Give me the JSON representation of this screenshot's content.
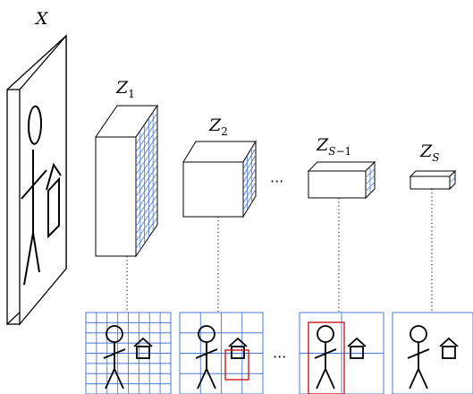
{
  "labels": {
    "input": "X",
    "z_letter": "Z",
    "z1_sub": "1",
    "z2_sub": "2",
    "zs1_sub_s": "S",
    "zs1_sub_rest": "−1",
    "zs_sub": "S"
  },
  "ellipsis": "···",
  "colors": {
    "grid": "#4a78d0",
    "highlight": "#d01818",
    "stroke": "#000000"
  }
}
